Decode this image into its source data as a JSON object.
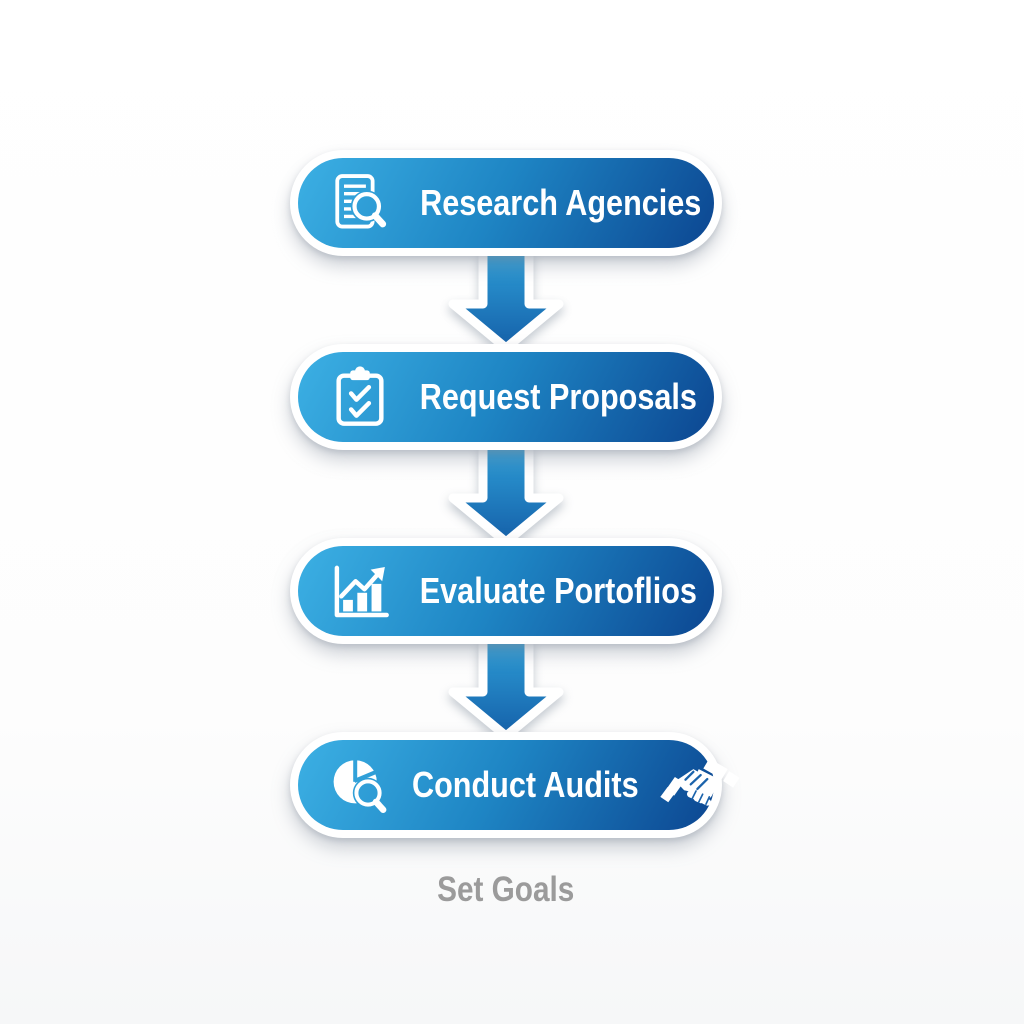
{
  "flow": {
    "steps": [
      {
        "label": "Research Agencies",
        "icon": "document-search-icon"
      },
      {
        "label": "Request Proposals",
        "icon": "clipboard-checklist-icon"
      },
      {
        "label": "Evaluate Portoflios",
        "icon": "bar-chart-growth-icon"
      },
      {
        "label": "Conduct Audits",
        "icon": "pie-chart-search-icon",
        "icon_right": "handshake-icon"
      }
    ],
    "connectors": [
      "arrow-down",
      "arrow-down",
      "arrow-down"
    ],
    "footer_label": "Set Goals"
  },
  "colors": {
    "pill_gradient_start": "#3cb0e4",
    "pill_gradient_mid": "#1e85c4",
    "pill_gradient_end": "#0c4691",
    "arrow_gradient_start": "#2fa2da",
    "arrow_gradient_end": "#1560a9",
    "pill_border": "#ffffff",
    "icon_color": "#ffffff",
    "footer_text_color": "#9b9b9b",
    "background": "#ffffff"
  }
}
